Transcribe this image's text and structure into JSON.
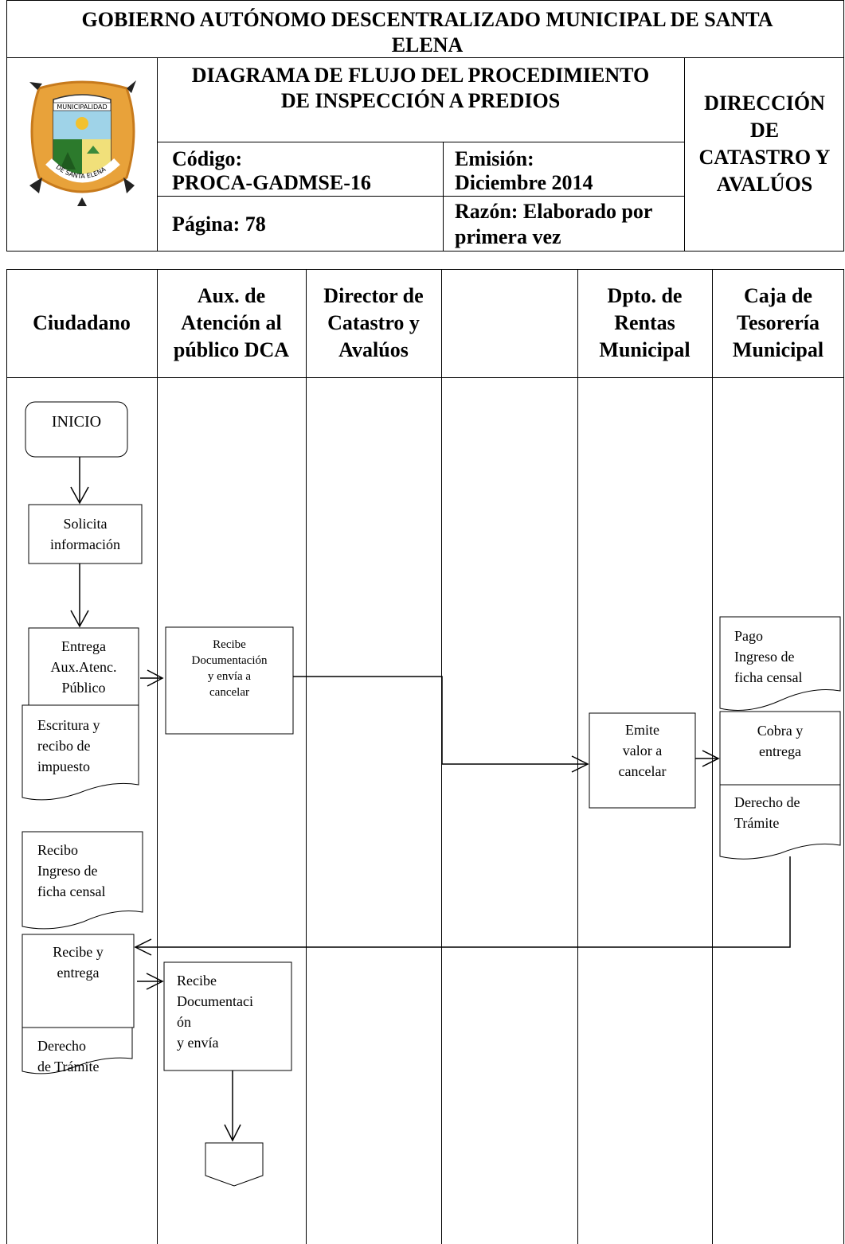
{
  "header": {
    "org": "GOBIERNO AUTÓNOMO DESCENTRALIZADO MUNICIPAL DE SANTA ELENA",
    "title": "DIAGRAMA DE FLUJO DEL PROCEDIMIENTO DE INSPECCIÓN A PREDIOS",
    "code_label": "Código:",
    "code_value": "PROCA-GADMSE-16",
    "emission_label": "Emisión:",
    "emission_value": "Diciembre 2014",
    "page": "Página: 78",
    "reason": "Razón: Elaborado por primera vez",
    "department": "DIRECCIÓN DE CATASTRO Y AVALÚOS",
    "logo_text_top": "MUNICIPALIDAD",
    "logo_text_bottom": "DE SANTA ELENA"
  },
  "lanes": [
    "Ciudadano",
    "Aux. de Atención al público DCA",
    "Director de Catastro y Avalúos",
    "",
    "Dpto. de Rentas Municipal",
    "Caja de Tesorería Municipal"
  ],
  "nodes": {
    "inicio": "INICIO",
    "solicita": "Solicita\ninformación",
    "entrega": "Entrega\nAux.Atenc.\nPúblico",
    "doc_escritura": "Escritura y\nrecibo de\nimpuesto",
    "recibe_doc_1": "Recibe\nDocumentación\ny envía a\ncancelar",
    "emite": "Emite\nvalor a\ncancelar",
    "doc_pago": "Pago\nIngreso de\nficha censal",
    "cobra": "Cobra y\nentrega",
    "doc_derecho_caja": "Derecho de\nTrámite",
    "doc_recibo": "Recibo\nIngreso de\nficha censal",
    "recibe_entrega": "Recibe y\nentrega",
    "doc_derecho_ciud": "Derecho\nde Trámite",
    "recibe_doc_2": "Recibe\nDocumentaci\nón\n      y envía"
  }
}
